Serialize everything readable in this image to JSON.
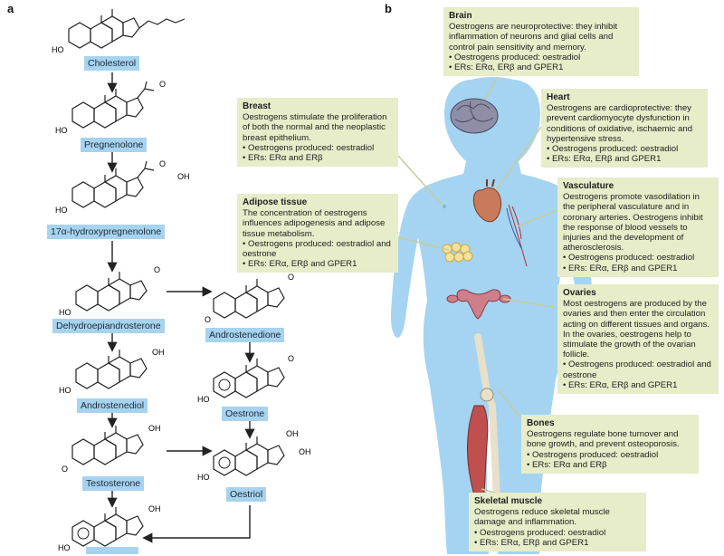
{
  "panels": {
    "a": "a",
    "b": "b"
  },
  "pathway": {
    "cholesterol": "Cholesterol",
    "pregnenolone": "Pregnenolone",
    "hydroxypregnenolone": "17α-hydroxypregnenolone",
    "dhea": "Dehydroepiandrosterone",
    "androstenedione": "Androstenedione",
    "androstenediol": "Androstenediol",
    "oestrone": "Oestrone",
    "testosterone": "Testosterone",
    "oestriol": "Oestriol",
    "oh": "HO",
    "oh2": "OH",
    "o": "O"
  },
  "organs": {
    "brain": {
      "title": "Brain",
      "body": "Oestrogens are neuroprotective: they inhibit inflammation of neurons and glial cells and control pain sensitivity and memory.",
      "produced": "Oestrogens produced: oestradiol",
      "ers": "ERs: ERα, ERβ and GPER1"
    },
    "breast": {
      "title": "Breast",
      "body": "Oestrogens stimulate the proliferation of both the normal and the neoplastic breast epithelium.",
      "produced": "Oestrogens produced: oestradiol",
      "ers": "ERs: ERα and ERβ"
    },
    "heart": {
      "title": "Heart",
      "body": "Oestrogens are cardioprotective: they prevent cardiomyocyte dysfunction in conditions of oxidative, ischaemic and hypertensive stress.",
      "produced": "Oestrogens produced: oestradiol",
      "ers": "ERs: ERα, ERβ and GPER1"
    },
    "adipose": {
      "title": "Adipose tissue",
      "body": "The concentration of oestrogens influences adipogenesis and adipose tissue metabolism.",
      "produced": "Oestrogens produced: oestradiol and oestrone",
      "ers": "ERs: ERα, ERβ and GPER1"
    },
    "vasculature": {
      "title": "Vasculature",
      "body": "Oestrogens promote vasodilation in the peripheral vasculature and in coronary arteries. Oestrogens inhibit the response of blood vessels to injuries and the development of atherosclerosis.",
      "produced": "Oestrogens produced: oestradiol",
      "ers": "ERs: ERα, ERβ and GPER1"
    },
    "ovaries": {
      "title": "Ovaries",
      "body": "Most oestrogens are produced by the ovaries and then enter the circulation acting on different tissues and organs. In the ovaries, oestrogens help to stimulate the growth of the ovarian follicle.",
      "produced": "Oestrogens produced: oestradiol and oestrone",
      "ers": "ERs: ERα, ERβ and GPER1"
    },
    "bones": {
      "title": "Bones",
      "body": "Oestrogens regulate bone turnover and bone growth, and prevent osteoporosis.",
      "produced": "Oestrogens produced: oestradiol",
      "ers": "ERs: ERα and ERβ"
    },
    "muscle": {
      "title": "Skeletal muscle",
      "body": "Oestrogens reduce skeletal muscle damage and inflammation.",
      "produced": "Oestrogens produced: oestradiol",
      "ers": "ERs: ERα, ERβ and GPER1"
    }
  },
  "colors": {
    "label_blue": "#a7d3ef",
    "body_blue": "#a4d4f2",
    "box_green": "#e7ecc9",
    "muscle_red": "#c0504d"
  }
}
